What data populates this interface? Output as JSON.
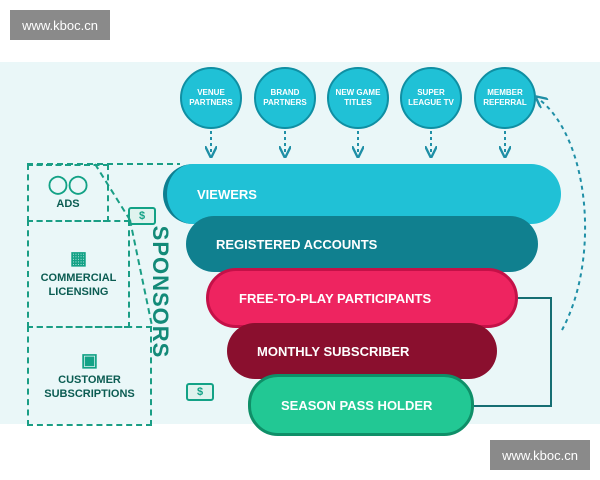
{
  "watermark": {
    "text": "www.kboc.cn"
  },
  "sources": [
    {
      "label": "VENUE PARTNERS",
      "icon": "venue-partners-circle"
    },
    {
      "label": "BRAND PARTNERS",
      "icon": "brand-partners-circle"
    },
    {
      "label": "NEW GAME TITLES",
      "icon": "new-game-titles-circle"
    },
    {
      "label": "SUPER LEAGUE TV",
      "icon": "super-league-tv-circle"
    },
    {
      "label": "MEMBER REFERRAL",
      "icon": "member-referral-circle"
    }
  ],
  "funnel": [
    {
      "label": "VIEWERS",
      "color": "#20c1d6"
    },
    {
      "label": "REGISTERED ACCOUNTS",
      "color": "#10808f"
    },
    {
      "label": "FREE-TO-PLAY PARTICIPANTS",
      "color": "#ee2460"
    },
    {
      "label": "MONTHLY SUBSCRIBER",
      "color": "#8a0f2e"
    },
    {
      "label": "SEASON PASS HOLDER",
      "color": "#22c894"
    }
  ],
  "revenue": [
    {
      "label": "ADS",
      "icon": "coins-icon"
    },
    {
      "label": "COMMERCIAL LICENSING",
      "icon": "storefront-icon"
    },
    {
      "label": "CUSTOMER SUBSCRIPTIONS",
      "icon": "credit-card-icon"
    }
  ],
  "sponsors": {
    "label": "SPONSORS"
  },
  "money_icon": {
    "symbol": "$"
  },
  "colors": {
    "teal": "#20c1d6",
    "dark_teal": "#10808f",
    "pink": "#ee2460",
    "maroon": "#8a0f2e",
    "green": "#22c894",
    "dashed": "#1a9e85",
    "background": "#eaf7f8"
  }
}
